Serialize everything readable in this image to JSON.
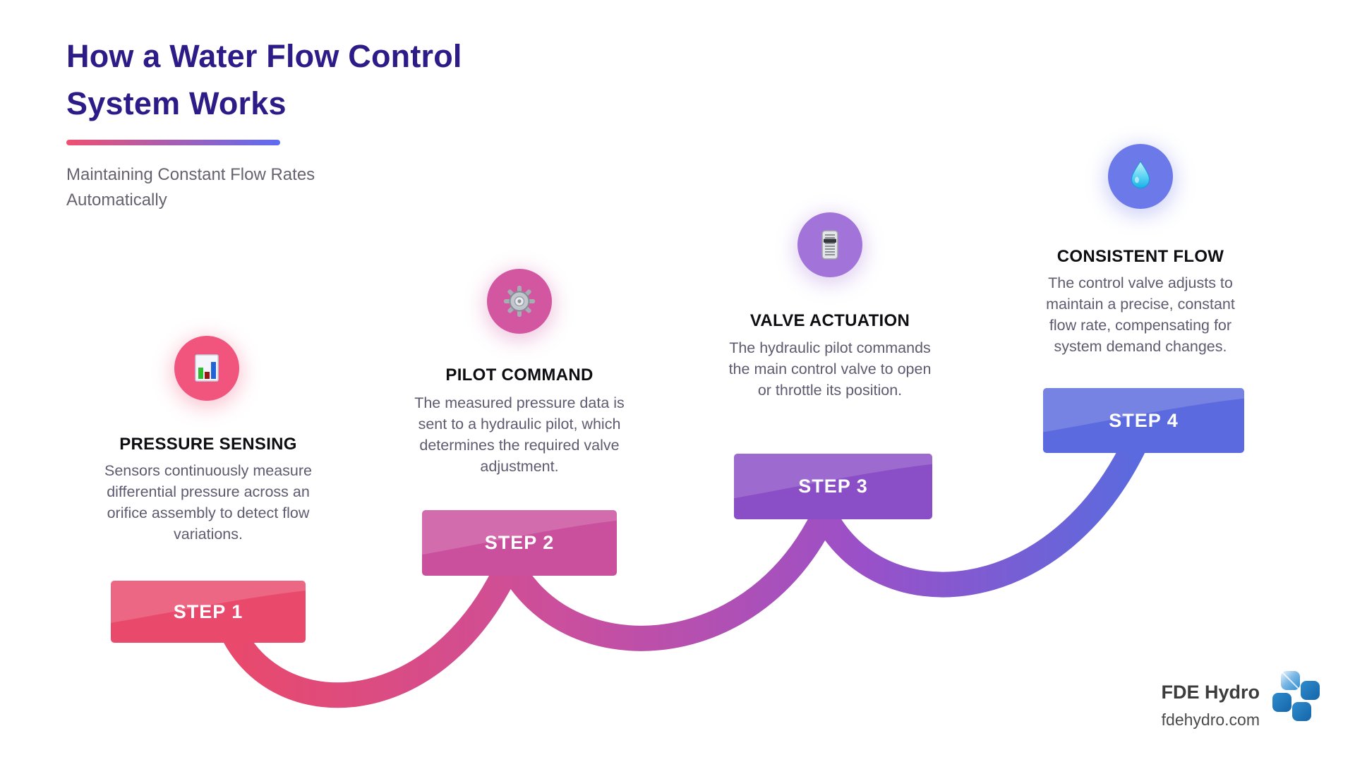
{
  "header": {
    "title_line1": "How a Water Flow Control",
    "title_line2": "System Works",
    "subtitle_line1": "Maintaining Constant Flow Rates",
    "subtitle_line2": "Automatically",
    "title_color": "#2d1b87",
    "underline_gradient": [
      "#ef5071",
      "#5d6cf3"
    ]
  },
  "steps": [
    {
      "label": "STEP 1",
      "title": "PRESSURE SENSING",
      "description": "Sensors continuously measure differential pressure across an orifice assembly to detect flow variations.",
      "icon": "bar-chart-icon",
      "circle_color": "#f1547c",
      "banner_color": "#e9496b"
    },
    {
      "label": "STEP 2",
      "title": "PILOT COMMAND",
      "description": "The measured pressure data is sent to a hydraulic pilot, which determines the required valve adjustment.",
      "icon": "gear-icon",
      "circle_color": "#d356a1",
      "banner_color": "#ca4f9d"
    },
    {
      "label": "STEP 3",
      "title": "VALVE ACTUATION",
      "description": "The hydraulic pilot commands the main control valve to open or throttle its position.",
      "icon": "level-slider-icon",
      "circle_color": "#a273d8",
      "banner_color": "#8a4ec6"
    },
    {
      "label": "STEP 4",
      "title": "CONSISTENT FLOW",
      "description": "The control valve adjusts to maintain a precise, constant flow rate, compensating for system demand changes.",
      "icon": "water-drop-icon",
      "circle_color": "#6b79e9",
      "banner_color": "#5b6ade"
    }
  ],
  "wave": {
    "gradient": [
      "#e9496b",
      "#ca4f9d",
      "#9a50c8",
      "#5b6ade"
    ]
  },
  "footer": {
    "brand": "FDE Hydro",
    "website": "fdehydro.com",
    "logo_color": "#1f78bf"
  }
}
